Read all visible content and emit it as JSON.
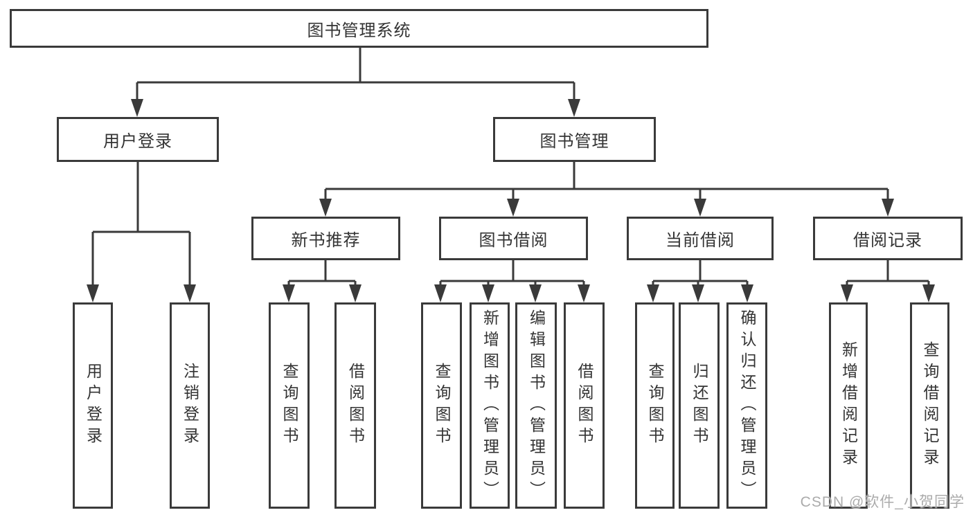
{
  "diagram_type": "hierarchy-tree",
  "tree": {
    "label": "图书管理系统",
    "children": [
      {
        "label": "用户登录",
        "children": [
          {
            "label": "用户登录"
          },
          {
            "label": "注销登录"
          }
        ]
      },
      {
        "label": "图书管理",
        "children": [
          {
            "label": "新书推荐",
            "children": [
              {
                "label": "查询图书"
              },
              {
                "label": "借阅图书"
              }
            ]
          },
          {
            "label": "图书借阅",
            "children": [
              {
                "label": "查询图书"
              },
              {
                "label": "新增图书（管理员）"
              },
              {
                "label": "编辑图书（管理员）"
              },
              {
                "label": "借阅图书"
              }
            ]
          },
          {
            "label": "当前借阅",
            "children": [
              {
                "label": "查询图书"
              },
              {
                "label": "归还图书"
              },
              {
                "label": "确认归还（管理员）"
              }
            ]
          },
          {
            "label": "借阅记录",
            "children": [
              {
                "label": "新增借阅记录"
              },
              {
                "label": "查询借阅记录"
              }
            ]
          }
        ]
      }
    ]
  },
  "watermark": {
    "text": "CSDN @软件_小贺同学"
  },
  "colors": {
    "line": "#3a3a3a",
    "box_border": "#3a3a3a",
    "text": "#333333",
    "watermark": "#ababab",
    "background": "#ffffff"
  }
}
